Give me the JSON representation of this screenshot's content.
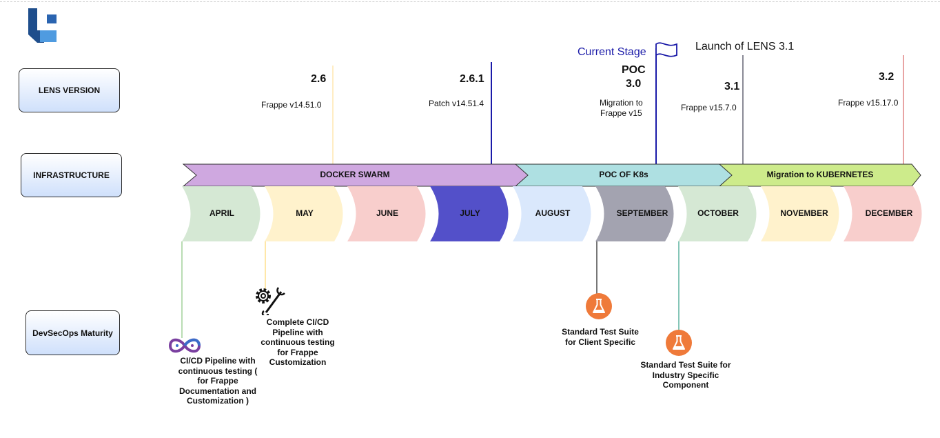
{
  "rows": {
    "lens_version": "LENS VERSION",
    "infrastructure": "INFRASTRUCTURE",
    "devsecops": "DevSecOps Maturity"
  },
  "current_stage": "Current Stage",
  "launch_label": "Launch of LENS 3.1",
  "versions": [
    {
      "version": "2.6",
      "detail": "Frappe v14.51.0"
    },
    {
      "version": "2.6.1",
      "detail": "Patch v14.51.4"
    },
    {
      "version_prefix": "POC",
      "version": "3.0",
      "detail_line1": "Migration to",
      "detail_line2": "Frappe v15"
    },
    {
      "version": "3.1",
      "detail": "Frappe v15.7.0"
    },
    {
      "version": "3.2",
      "detail": "Frappe v15.17.0"
    }
  ],
  "infrastructure_phases": [
    {
      "label": "DOCKER SWARM",
      "color": "#cfa8e0"
    },
    {
      "label": "POC OF K8s",
      "color": "#aee0e2"
    },
    {
      "label": "Migration to KUBERNETES",
      "color": "#cdeb8b"
    }
  ],
  "months": [
    {
      "label": "APRIL",
      "color": "#d5e8d4"
    },
    {
      "label": "MAY",
      "color": "#fff2cc"
    },
    {
      "label": "JUNE",
      "color": "#f8cecc"
    },
    {
      "label": "JULY",
      "color": "#5350c9"
    },
    {
      "label": "AUGUST",
      "color": "#dae8fc"
    },
    {
      "label": "SEPTEMBER",
      "color": "#a3a3b0"
    },
    {
      "label": "OCTOBER",
      "color": "#d5e8d4"
    },
    {
      "label": "NOVEMBER",
      "color": "#fff2cc"
    },
    {
      "label": "DECEMBER",
      "color": "#f8cecc"
    }
  ],
  "milestones": [
    {
      "text": "CI/CD Pipeline with continuous testing ( for Frappe Documentation and Customization )",
      "icon": "devops-infinity-icon"
    },
    {
      "text": "Complete CI/CD Pipeline with continuous testing for Frappe Customization",
      "icon": "gear-wrench-icon"
    },
    {
      "text": "Standard Test Suite for Client Specific",
      "icon": "flask-icon"
    },
    {
      "text": "Standard Test Suite for Industry Specific Component",
      "icon": "flask-icon"
    }
  ],
  "colors": {
    "flag": "#1a1aa8",
    "current_stage_text": "#1a1aa8",
    "flask_circle": "#ef7a3a",
    "row_box_gradient_end": "#cfe0fb"
  }
}
